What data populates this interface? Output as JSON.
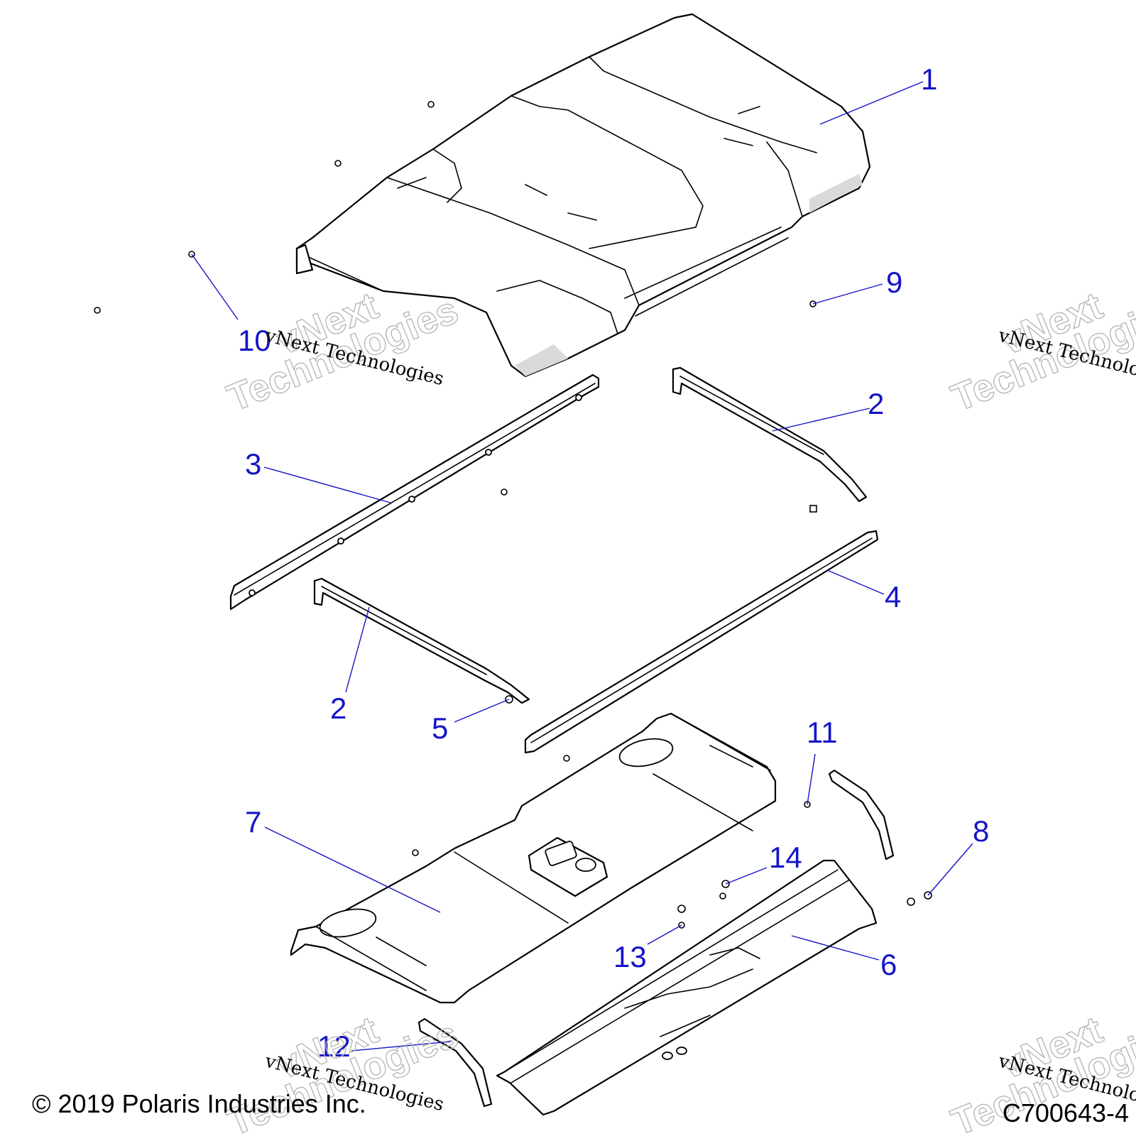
{
  "callouts": [
    {
      "label": "1"
    },
    {
      "label": "2"
    },
    {
      "label": "2"
    },
    {
      "label": "3"
    },
    {
      "label": "4"
    },
    {
      "label": "5"
    },
    {
      "label": "6"
    },
    {
      "label": "7"
    },
    {
      "label": "8"
    },
    {
      "label": "9"
    },
    {
      "label": "10"
    },
    {
      "label": "11"
    },
    {
      "label": "12"
    },
    {
      "label": "13"
    },
    {
      "label": "14"
    }
  ],
  "watermark": {
    "line1": "vNext Technologies",
    "big_top": "vNext",
    "big_bottom": "Technologies"
  },
  "footer": {
    "copyright": "© 2019 Polaris Industries Inc.",
    "part_code": "C700643-4"
  }
}
